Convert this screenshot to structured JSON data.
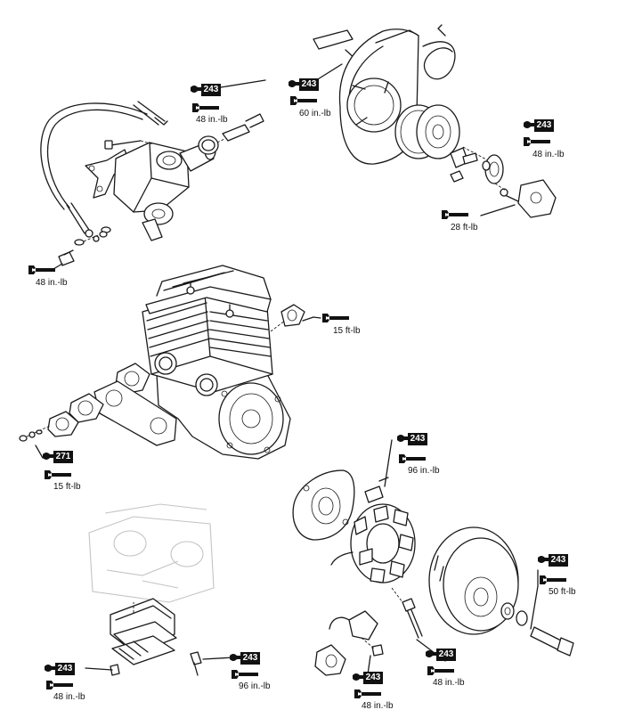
{
  "callouts": [
    {
      "id": "c1",
      "code": "243",
      "torque": "48 in.-lb"
    },
    {
      "id": "c2",
      "code": "243",
      "torque": "60 in.-lb"
    },
    {
      "id": "c3",
      "code": "243",
      "torque": "48 in.-lb"
    },
    {
      "id": "c4",
      "code": "",
      "torque": "28 ft-lb"
    },
    {
      "id": "c5",
      "code": "",
      "torque": "48 in.-lb"
    },
    {
      "id": "c6",
      "code": "",
      "torque": "15 ft-lb"
    },
    {
      "id": "c7",
      "code": "271",
      "torque": "15 ft-lb"
    },
    {
      "id": "c8",
      "code": "243",
      "torque": "96 in.-lb"
    },
    {
      "id": "c9",
      "code": "243",
      "torque": "50 ft-lb"
    },
    {
      "id": "c10",
      "code": "243",
      "torque": "48 in.-lb"
    },
    {
      "id": "c11",
      "code": "243",
      "torque": "96 in.-lb"
    },
    {
      "id": "c12",
      "code": "243",
      "torque": "48 in.-lb"
    },
    {
      "id": "c13",
      "code": "243",
      "torque": "48 in.-lb"
    }
  ],
  "icons": {
    "adhesive": "adhesive-tube-icon",
    "wrench": "torque-wrench-icon"
  }
}
